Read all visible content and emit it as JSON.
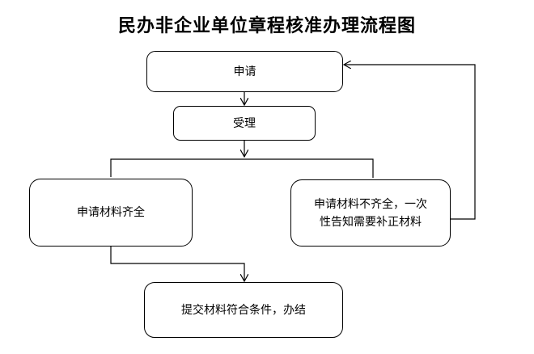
{
  "title": "民办非企业单位章程核准办理流程图",
  "nodes": {
    "apply": "申请",
    "accept": "受理",
    "materials_complete": "申请材料齐全",
    "materials_incomplete_line1": "申请材料不齐全，一次",
    "materials_incomplete_line2": "性告知需要补正材料",
    "complete": "提交材料符合条件，办结"
  }
}
